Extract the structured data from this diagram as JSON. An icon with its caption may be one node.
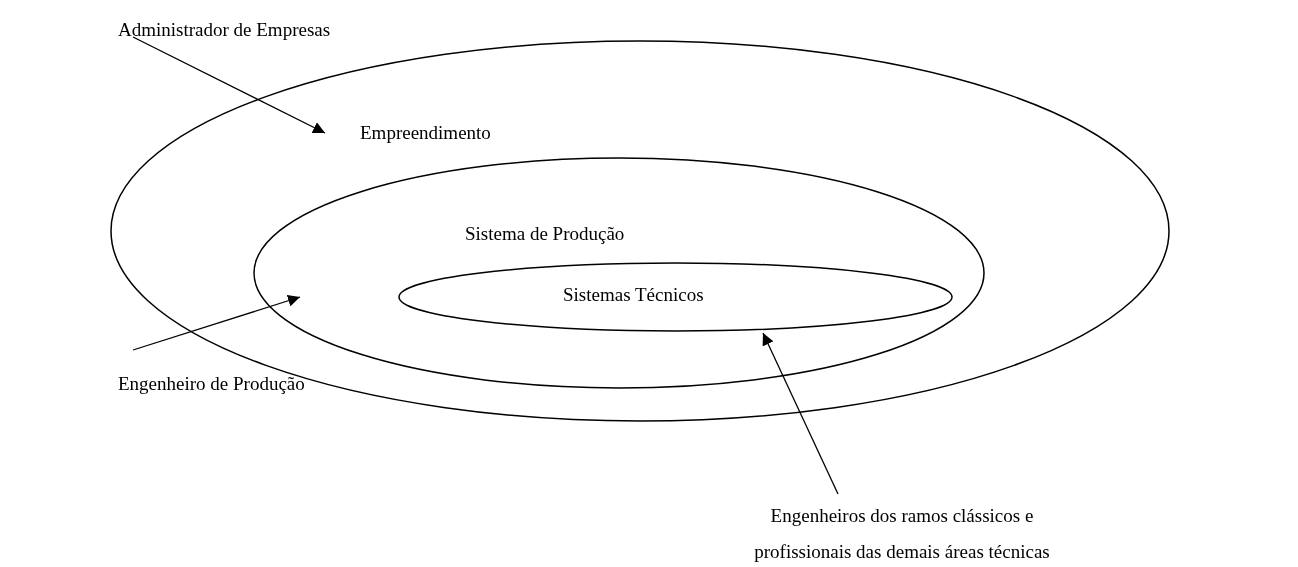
{
  "diagram": {
    "nodes": [
      {
        "text": [
          "Empreendimento"
        ]
      },
      {
        "text": [
          "Sistema de Produção"
        ],
        "in": 0
      },
      {
        "text": [
          "Sistemas Técnicos"
        ],
        "in": 1
      },
      {
        "text": [
          "Administrador de Empresas"
        ]
      },
      {
        "text": [
          "Engenheiro de Produção"
        ]
      },
      {
        "text": [
          "Engenheiros dos ramos clássicos e profissionais das demais áreas técnicas"
        ]
      }
    ],
    "edges": [
      {
        "from": 3,
        "to": 0,
        "arrow": "to"
      },
      {
        "from": 4,
        "to": 1,
        "arrow": "to"
      },
      {
        "from": 5,
        "to": 2,
        "arrow": "to"
      }
    ]
  }
}
